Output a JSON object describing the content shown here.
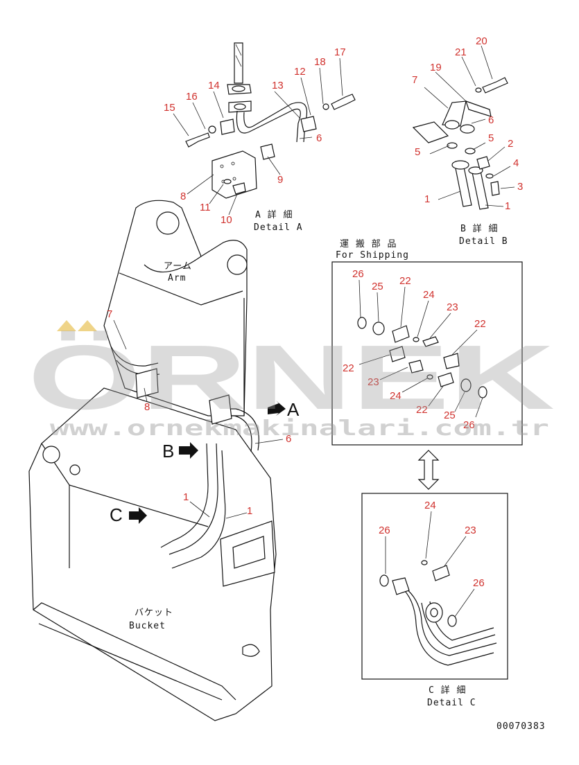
{
  "detail_a": {
    "title_jp": "A 詳 細",
    "title_en": "Detail A"
  },
  "detail_b": {
    "title_jp": "B 詳 細",
    "title_en": "Detail B"
  },
  "detail_c": {
    "title_jp": "C 詳 細",
    "title_en": "Detail C"
  },
  "shipping": {
    "title_jp": "運 搬 部 品",
    "title_en": "For Shipping"
  },
  "arm": {
    "jp": "アーム",
    "en": "Arm"
  },
  "bucket": {
    "jp": "バケット",
    "en": "Bucket"
  },
  "view_markers": {
    "a": "A",
    "b": "B",
    "c": "C"
  },
  "drawing_number": "00070383",
  "watermark": {
    "brand": "ÖRNEK",
    "url": "www.ornekmakinalari.com.tr"
  },
  "part_numbers_detail_a": [
    "17",
    "18",
    "12",
    "14",
    "16",
    "13",
    "15",
    "6",
    "9",
    "8",
    "11",
    "10"
  ],
  "part_numbers_detail_b": [
    "20",
    "21",
    "19",
    "7",
    "6",
    "5",
    "5",
    "2",
    "4",
    "3",
    "1",
    "1"
  ],
  "part_numbers_shipping": [
    "26",
    "25",
    "22",
    "24",
    "23",
    "22",
    "22",
    "23",
    "24",
    "22",
    "25",
    "26"
  ],
  "part_numbers_detail_c": [
    "24",
    "26",
    "23",
    "26"
  ],
  "part_numbers_main": [
    "7",
    "8",
    "6",
    "1",
    "1"
  ]
}
